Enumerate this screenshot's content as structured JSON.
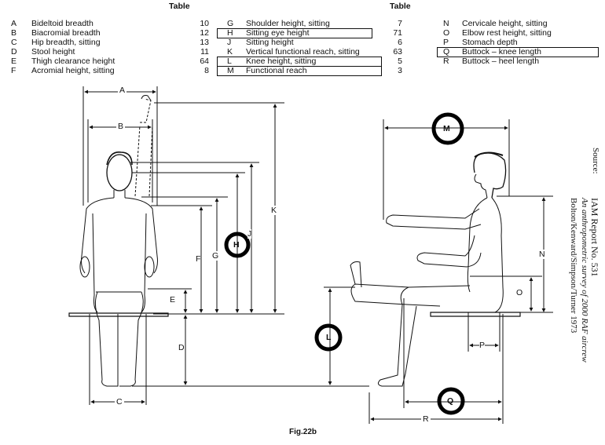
{
  "table": {
    "header_left": "Table",
    "header_right": "Table",
    "col1": [
      {
        "letter": "A",
        "label": "Bideltoid breadth",
        "value": "10"
      },
      {
        "letter": "B",
        "label": "Biacromial breadth",
        "value": "12"
      },
      {
        "letter": "C",
        "label": "Hip breadth, sitting",
        "value": "13"
      },
      {
        "letter": "D",
        "label": "Stool height",
        "value": "11"
      },
      {
        "letter": "E",
        "label": "Thigh clearance height",
        "value": "64"
      },
      {
        "letter": "F",
        "label": "Acromial height, sitting",
        "value": "8"
      }
    ],
    "col2": [
      {
        "letter": "G",
        "label": "Shoulder height, sitting",
        "value": "7"
      },
      {
        "letter": "H",
        "label": "Sitting eye height",
        "value": "71"
      },
      {
        "letter": "J",
        "label": "Sitting height",
        "value": "6"
      },
      {
        "letter": "K",
        "label": "Vertical functional reach, sitting",
        "value": "63"
      },
      {
        "letter": "L",
        "label": "Knee height, sitting",
        "value": "5"
      },
      {
        "letter": "M",
        "label": "Functional reach",
        "value": "3"
      }
    ],
    "col3": [
      {
        "letter": "N",
        "label": "Cervicale height, sitting"
      },
      {
        "letter": "O",
        "label": "Elbow rest height, sitting"
      },
      {
        "letter": "P",
        "label": "Stomach depth"
      },
      {
        "letter": "Q",
        "label": "Buttock – knee length"
      },
      {
        "letter": "R",
        "label": "Buttock – heel length"
      }
    ]
  },
  "source": {
    "title": "Source:",
    "report": "IAM Report No. 531",
    "subtitle": "An anthropometric survey of 2000 RAF aircrew",
    "authors": "Bolton/Kenward/Simpson/Turner 1973"
  },
  "front_labels": {
    "A": "A",
    "B": "B",
    "C": "C",
    "D": "D",
    "E": "E",
    "F": "F",
    "G": "G",
    "H": "H",
    "J": "J",
    "K": "K"
  },
  "side_labels": {
    "M": "M",
    "N": "N",
    "O": "O",
    "P": "P",
    "L": "L",
    "Q": "Q",
    "R": "R"
  },
  "caption": "Fig.22b"
}
